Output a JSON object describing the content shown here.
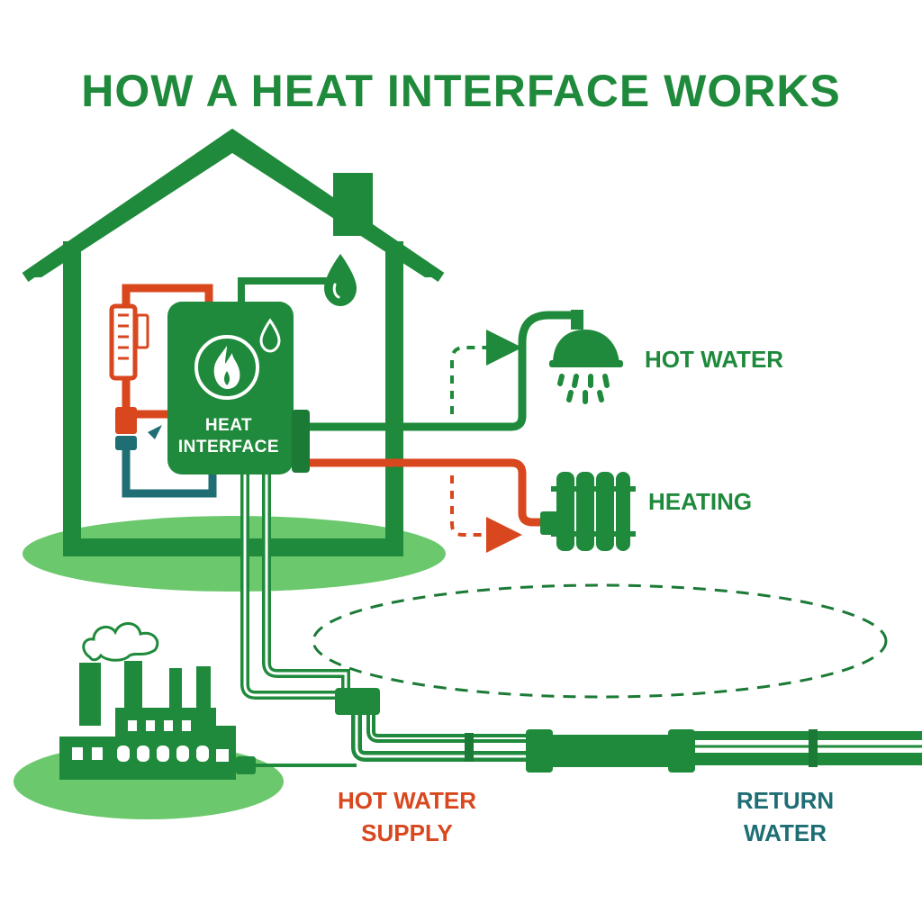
{
  "title": "HOW A HEAT INTERFACE WORKS",
  "heat_interface": {
    "line1": "HEAT",
    "line2": "INTERFACE"
  },
  "outputs": {
    "hot_water": "HOT WATER",
    "heating": "HEATING"
  },
  "network": {
    "supply_line1": "HOT WATER",
    "supply_line2": "SUPPLY",
    "return_line1": "RETURN",
    "return_line2": "WATER"
  },
  "colors": {
    "green": "#1f8a3b",
    "dark_green": "#1b7a35",
    "light_green": "#6cc86d",
    "orange": "#d9471e",
    "teal": "#1e6e74",
    "white": "#ffffff"
  },
  "icons": [
    "house-icon",
    "flame-icon",
    "water-drop-icon",
    "shower-head-icon",
    "radiator-icon",
    "factory-icon",
    "smoke-cloud-icon"
  ]
}
